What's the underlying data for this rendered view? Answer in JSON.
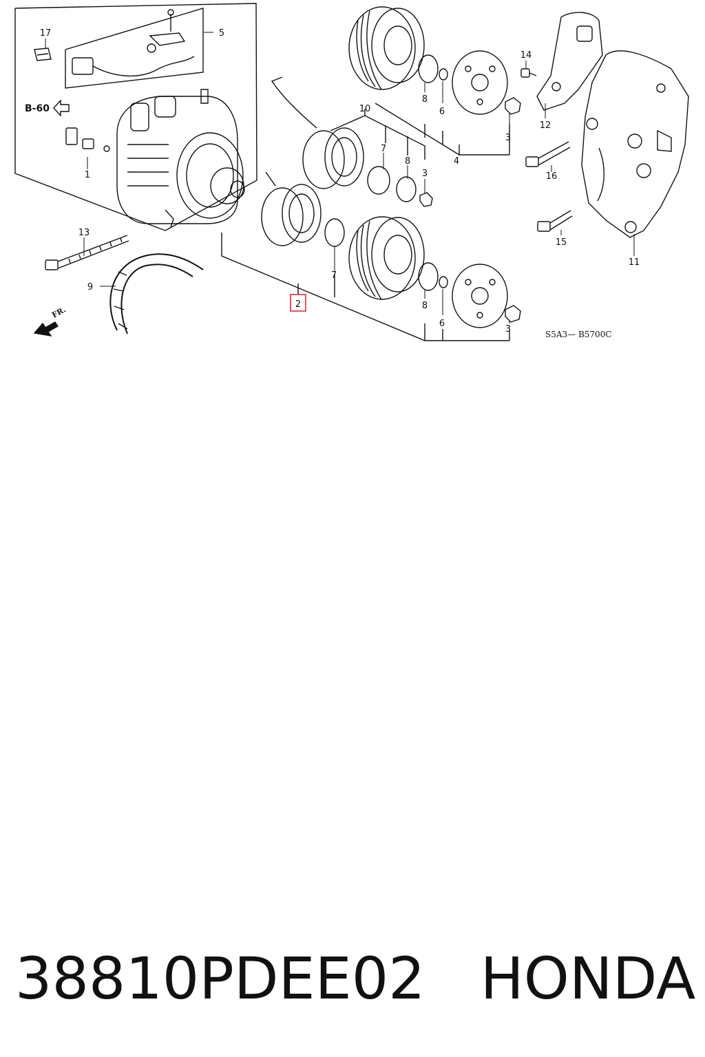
{
  "diagram": {
    "callouts": {
      "c1": "1",
      "c2": "2",
      "c3a": "3",
      "c3b": "3",
      "c3c": "3",
      "c4": "4",
      "c5": "5",
      "c6a": "6",
      "c6b": "6",
      "c7a": "7",
      "c7b": "7",
      "c8a": "8",
      "c8b": "8",
      "c8c": "8",
      "c9": "9",
      "c10": "10",
      "c11": "11",
      "c12": "12",
      "c13": "13",
      "c14": "14",
      "c15": "15",
      "c16": "16",
      "c17": "17"
    },
    "section_ref": "B-60",
    "front_label": "FR.",
    "diagram_code": "S5A3— B5700C",
    "highlight_color": "#e0283c"
  },
  "caption": {
    "part_number": "38810PDEE02",
    "brand": "HONDA"
  }
}
